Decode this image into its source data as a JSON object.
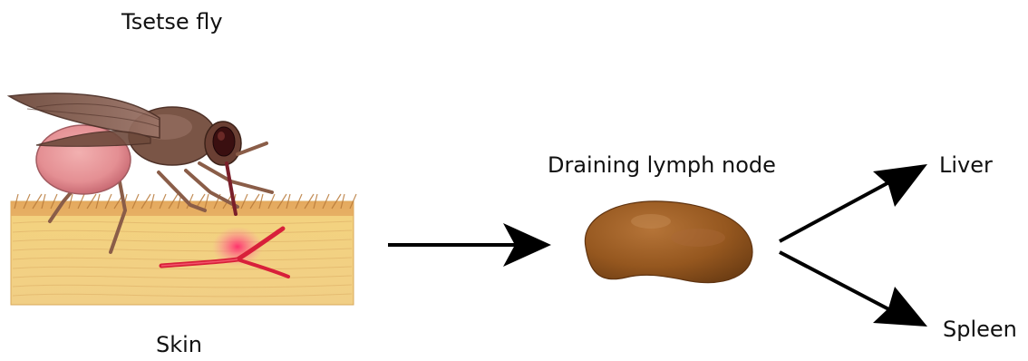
{
  "labels": {
    "tsetse_fly": "Tsetse fly",
    "skin": "Skin",
    "draining_lymph_node": "Draining lymph node",
    "liver": "Liver",
    "spleen": "Spleen"
  },
  "colors": {
    "skin_surface": "#e9b86a",
    "skin_dermis": "#f2cf82",
    "vessel": "#d8203a",
    "injection_glow": "#ff2a6a",
    "fly_body": "#7a5546",
    "fly_abdomen": "#e79a9a",
    "lymph_node": "#9b5a24",
    "arrow": "#000000"
  }
}
